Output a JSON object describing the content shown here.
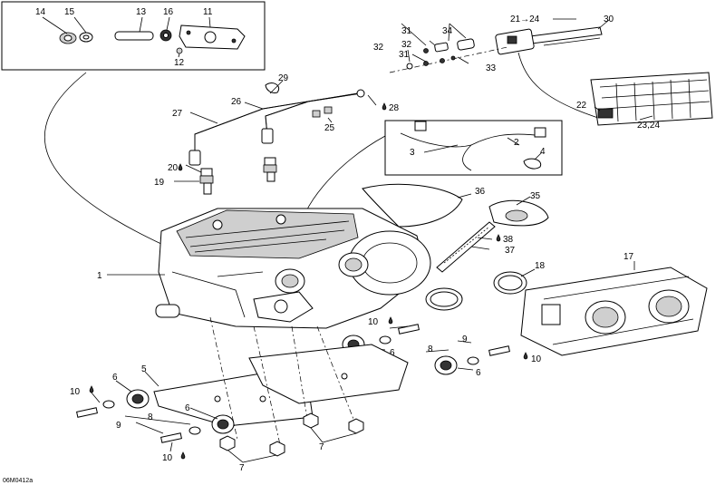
{
  "drawing_code": "06M0412a",
  "callouts": {
    "c14": "14",
    "c15": "15",
    "c13": "13",
    "c16": "16",
    "c11": "11",
    "c12": "12",
    "c21_24": "21→24",
    "c30": "30",
    "c31a": "31",
    "c32a": "32",
    "c34": "34",
    "c32b": "32",
    "c31b": "31",
    "c33": "33",
    "c29": "29",
    "c26": "26",
    "c28": "28",
    "c27": "27",
    "c25": "25",
    "c22": "22",
    "c23_24": "23,24",
    "c3": "3",
    "c2": "2",
    "c4": "4",
    "c20": "20",
    "c19": "19",
    "c36": "36",
    "c35": "35",
    "c38": "38",
    "c37": "37",
    "c1": "1",
    "c18": "18",
    "c17": "17",
    "c10a": "10",
    "c8a": "8",
    "c9a": "9",
    "c6a": "6",
    "c6b": "6",
    "c10b": "10",
    "c5": "5",
    "c6c": "6",
    "c10c": "10",
    "c8b": "8",
    "c6d": "6",
    "c9b": "9",
    "c7a": "7",
    "c10d": "10",
    "c7b": "7"
  },
  "icons": [
    "drop-icon",
    "arrow-right-icon"
  ]
}
